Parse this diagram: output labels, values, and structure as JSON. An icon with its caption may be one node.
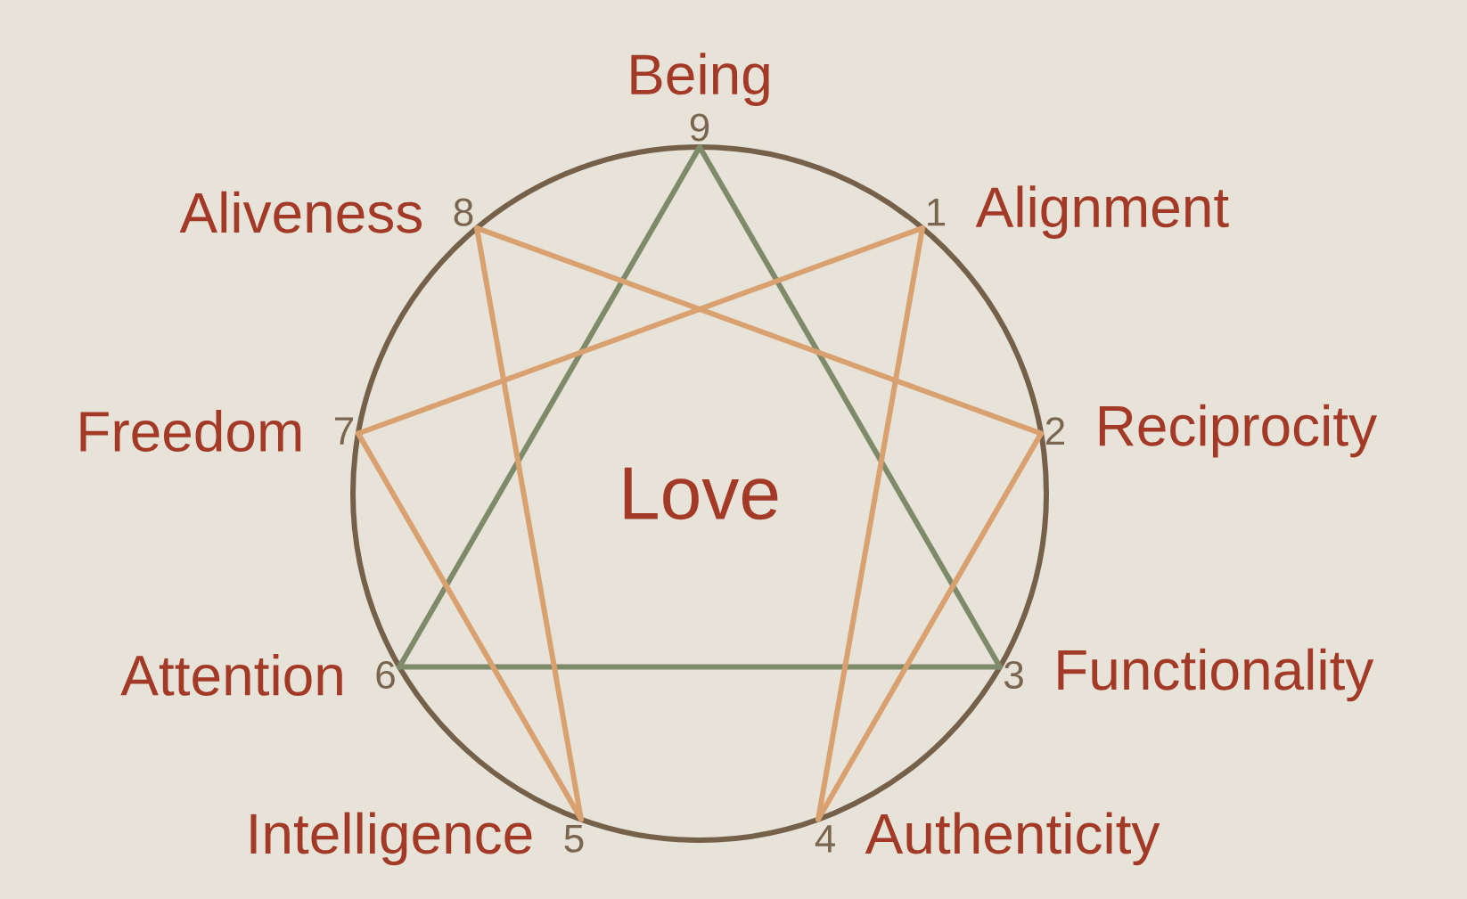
{
  "diagram": {
    "nodes": [
      {
        "text": [
          "1"
        ],
        "beside": [
          "Alignment"
        ]
      },
      {
        "text": [
          "2"
        ],
        "beside": [
          "Reciprocity"
        ]
      },
      {
        "text": [
          "3"
        ],
        "beside": [
          "Functionality"
        ]
      },
      {
        "text": [
          "4"
        ],
        "beside": [
          "Authenticity"
        ]
      },
      {
        "text": [
          "5"
        ],
        "beside": [
          "Intelligence"
        ]
      },
      {
        "text": [
          "6"
        ],
        "beside": [
          "Attention"
        ]
      },
      {
        "text": [
          "7"
        ],
        "beside": [
          "Freedom"
        ]
      },
      {
        "text": [
          "8"
        ],
        "beside": [
          "Aliveness"
        ]
      },
      {
        "text": [
          "9"
        ],
        "beside": [
          "Being"
        ]
      }
    ],
    "edges": [
      {
        "from": 8,
        "to": 2,
        "arrow": "none",
        "color": "#7f8a6a"
      },
      {
        "from": 2,
        "to": 5,
        "arrow": "none",
        "color": "#7f8a6a"
      },
      {
        "from": 5,
        "to": 8,
        "arrow": "none",
        "color": "#7f8a6a"
      },
      {
        "from": 0,
        "to": 3,
        "arrow": "none"
      },
      {
        "from": 3,
        "to": 1,
        "arrow": "none"
      },
      {
        "from": 1,
        "to": 7,
        "arrow": "none"
      },
      {
        "from": 7,
        "to": 4,
        "arrow": "none"
      },
      {
        "from": 4,
        "to": 6,
        "arrow": "none"
      },
      {
        "from": 6,
        "to": 0,
        "arrow": "none"
      }
    ],
    "labels": [
      "Love"
    ]
  }
}
